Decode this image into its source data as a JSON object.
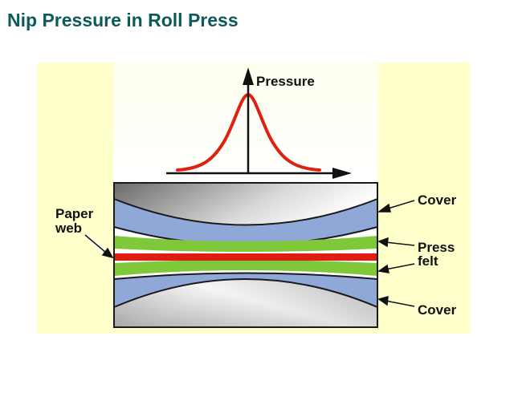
{
  "title": "Nip Pressure in Roll Press",
  "diagram": {
    "axis_label": "Pressure",
    "labels": {
      "cover_top": "Cover",
      "press_felt_line1": "Press",
      "press_felt_line2": "felt",
      "cover_bottom": "Cover",
      "paper_web_line1": "Paper",
      "paper_web_line2": "web"
    }
  },
  "colors": {
    "title": "#0e5a5a",
    "panel_background": "#ffffcc",
    "pressure_curve": "#dd2211",
    "cover": "#8fa8d8",
    "press_felt": "#7ec83a",
    "paper_web": "#e21b12"
  }
}
